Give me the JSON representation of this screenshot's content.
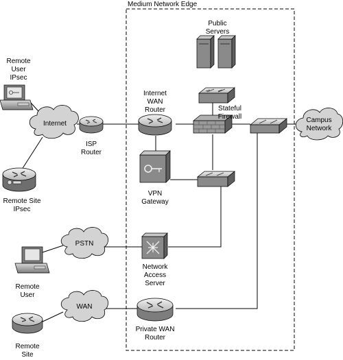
{
  "diagram": {
    "zone_title": "Medium Network Edge"
  },
  "labels": {
    "remote_user_ipsec": [
      "Remote",
      "User",
      "IPsec"
    ],
    "remote_site_ipsec": [
      "Remote Site",
      "IPsec"
    ],
    "internet": "Internet",
    "isp_router": [
      "ISP",
      "Router"
    ],
    "internet_wan_router": [
      "Internet",
      "WAN",
      "Router"
    ],
    "public_servers": [
      "Public",
      "Servers"
    ],
    "stateful_firewall": [
      "Stateful",
      "Firewall"
    ],
    "campus_network": [
      "Campus",
      "Network"
    ],
    "vpn_gateway": [
      "VPN",
      "Gateway"
    ],
    "pstn": "PSTN",
    "network_access_server": [
      "Network",
      "Access",
      "Server"
    ],
    "remote_user": [
      "Remote",
      "User"
    ],
    "wan": "WAN",
    "private_wan_router": [
      "Private WAN",
      "Router"
    ],
    "remote_site": [
      "Remote",
      "Site"
    ]
  },
  "colors": {
    "device_fill": "#a9a9a9",
    "device_dark": "#6e6e6e",
    "cloud_fill": "#d3d3d3"
  }
}
